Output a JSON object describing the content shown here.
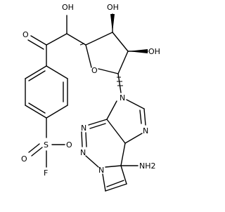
{
  "molecule": {
    "atoms": {
      "oh_top_left": "OH",
      "oh_top_mid": "OH",
      "oh_right": "OH",
      "o_ketone": "O",
      "o_ring": "O",
      "n9": "N",
      "n7": "N",
      "n_triazine_1": "N",
      "n_triazine_2": "N",
      "n_bridge": "N",
      "nh2": "NH2",
      "s": "S",
      "o_sulfonyl_1": "O",
      "o_sulfonyl_2": "O",
      "f": "F"
    }
  }
}
